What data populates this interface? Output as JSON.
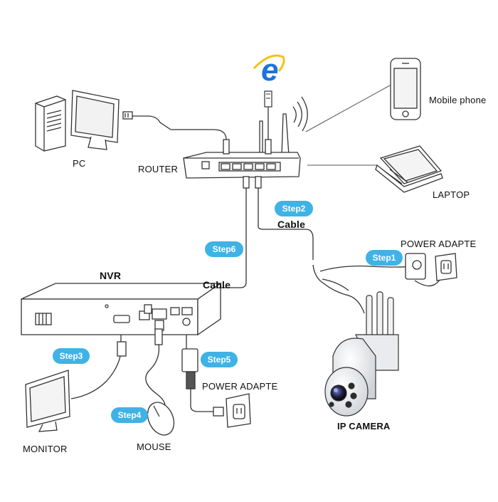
{
  "devices": {
    "pc": "PC",
    "router": "ROUTER",
    "mobile": "Mobile phone",
    "laptop": "LAPTOP",
    "nvr": "NVR",
    "camera": "IP  CAMERA",
    "monitor": "MONITOR",
    "mouse": "MOUSE",
    "camera_power": "POWER ADAPTE",
    "nvr_power": "POWER ADAPTE"
  },
  "cables": {
    "router_camera": "Cable",
    "router_nvr": "Cable"
  },
  "steps": {
    "step1": "Step1",
    "step2": "Step2",
    "step3": "Step3",
    "step4": "Step4",
    "step5": "Step5",
    "step6": "Step6"
  },
  "icons": {
    "browser": "internet-explorer-icon",
    "wifi": "wifi-signal-icon",
    "outlet": "power-outlet-icon"
  },
  "colors": {
    "step_badge": "#3fb2e6",
    "browser_blue": "#1e73d8",
    "browser_ring": "#f3c21a"
  }
}
